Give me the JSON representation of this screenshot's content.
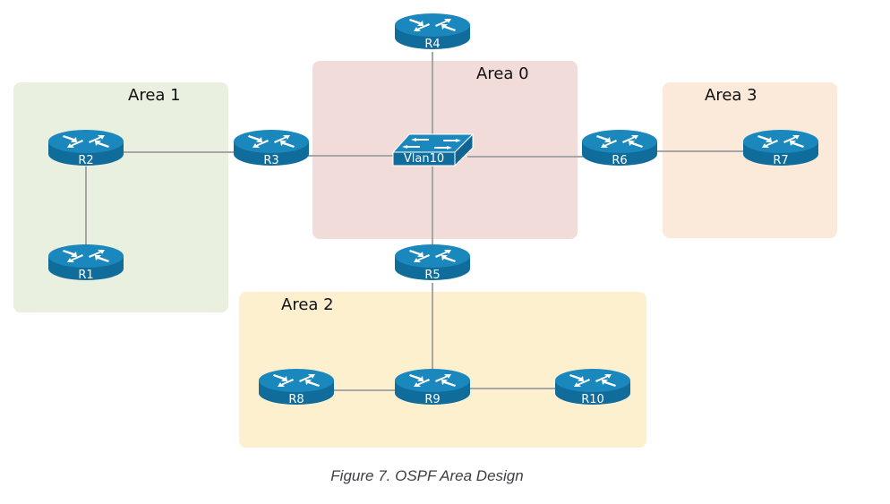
{
  "figure": {
    "caption": "Figure 7. OSPF Area Design"
  },
  "colors": {
    "area0": "#f1dcd9",
    "area1": "#e9f0df",
    "area2": "#fdf0cf",
    "area3": "#fbe9da",
    "device_top": "#1a87bd",
    "device_side": "#106c9b",
    "link": "#a6a6a6"
  },
  "areas": [
    {
      "id": "area0",
      "label": "Area 0"
    },
    {
      "id": "area1",
      "label": "Area 1"
    },
    {
      "id": "area2",
      "label": "Area 2"
    },
    {
      "id": "area3",
      "label": "Area 3"
    }
  ],
  "nodes": [
    {
      "id": "R1",
      "type": "router",
      "label": "R1",
      "area": "Area 1"
    },
    {
      "id": "R2",
      "type": "router",
      "label": "R2",
      "area": "Area 1"
    },
    {
      "id": "R3",
      "type": "router",
      "label": "R3",
      "area": "Area 0 / Area 1 border"
    },
    {
      "id": "R4",
      "type": "router",
      "label": "R4",
      "area": "Area 0"
    },
    {
      "id": "R5",
      "type": "router",
      "label": "R5",
      "area": "Area 0 / Area 2 border"
    },
    {
      "id": "R6",
      "type": "router",
      "label": "R6",
      "area": "Area 0 / Area 3 border"
    },
    {
      "id": "R7",
      "type": "router",
      "label": "R7",
      "area": "Area 3"
    },
    {
      "id": "R8",
      "type": "router",
      "label": "R8",
      "area": "Area 2"
    },
    {
      "id": "R9",
      "type": "router",
      "label": "R9",
      "area": "Area 2"
    },
    {
      "id": "R10",
      "type": "router",
      "label": "R10",
      "area": "Area 2"
    },
    {
      "id": "SW",
      "type": "switch",
      "label": "Vlan10",
      "area": "Area 0"
    }
  ],
  "links": [
    {
      "from": "R1",
      "to": "R2"
    },
    {
      "from": "R2",
      "to": "R3"
    },
    {
      "from": "R3",
      "to": "SW"
    },
    {
      "from": "R4",
      "to": "SW"
    },
    {
      "from": "R5",
      "to": "SW"
    },
    {
      "from": "R6",
      "to": "SW"
    },
    {
      "from": "R6",
      "to": "R7"
    },
    {
      "from": "R5",
      "to": "R9"
    },
    {
      "from": "R8",
      "to": "R9"
    },
    {
      "from": "R9",
      "to": "R10"
    }
  ]
}
